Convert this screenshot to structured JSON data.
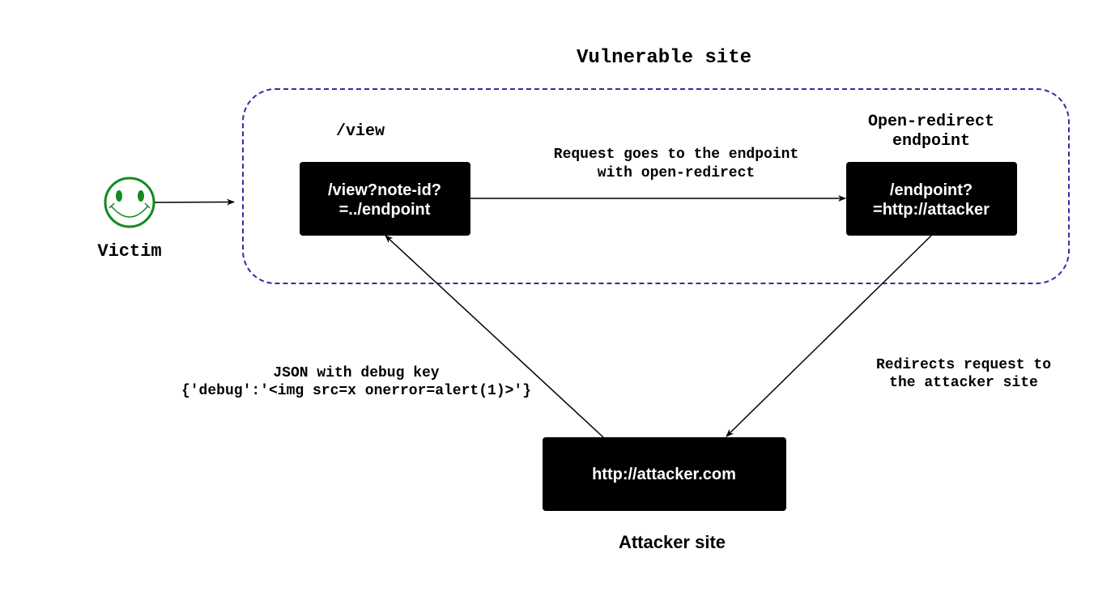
{
  "title": "Vulnerable site",
  "victim": {
    "label": "Victim",
    "icon": "smiley-icon",
    "color": "#138a1e"
  },
  "zone": {
    "border_color": "#2b2fa8"
  },
  "view_node": {
    "caption": "/view",
    "line1": "/view?note-id?",
    "line2": "=../endpoint"
  },
  "endpoint_node": {
    "caption_line1": "Open-redirect",
    "caption_line2": "endpoint",
    "line1": "/endpoint?",
    "line2": "=http://attacker"
  },
  "attacker_node": {
    "label": "http://attacker.com",
    "caption": "Attacker site"
  },
  "edges": {
    "request": {
      "line1": "Request goes to the endpoint",
      "line2": "with open-redirect"
    },
    "redirect": {
      "line1": "Redirects request to",
      "line2": "the attacker site"
    },
    "json": {
      "line1": "JSON with debug key",
      "line2": "{'debug':'<img src=x onerror=alert(1)>'}"
    }
  }
}
